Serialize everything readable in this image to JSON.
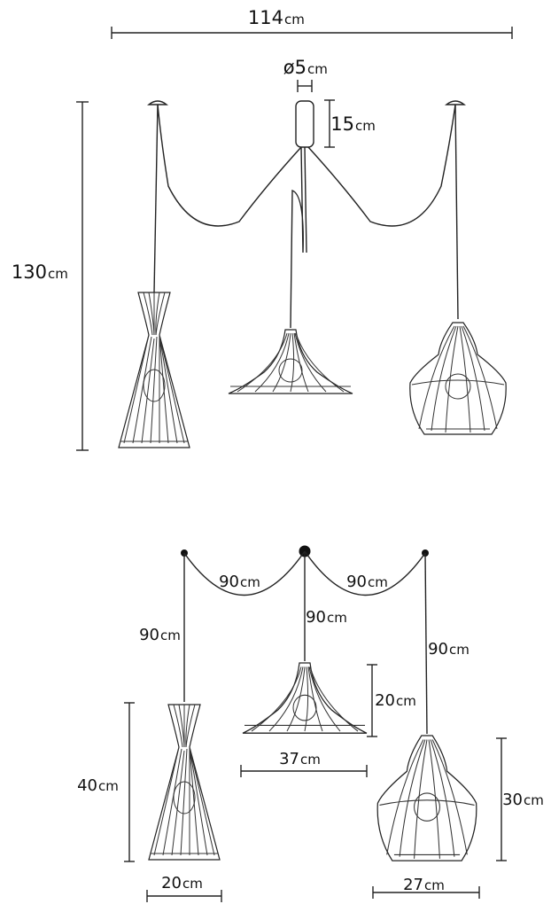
{
  "top_view": {
    "width_label": {
      "value": "114",
      "unit": "cm"
    },
    "height_label": {
      "value": "130",
      "unit": "cm"
    },
    "canopy_diameter_label": {
      "value": "ø5",
      "unit": "cm"
    },
    "canopy_height_label": {
      "value": "15",
      "unit": "cm"
    }
  },
  "bottom_view": {
    "cable_left_label": {
      "value": "90",
      "unit": "cm"
    },
    "cable_right_label": {
      "value": "90",
      "unit": "cm"
    },
    "drop_center_label": {
      "value": "90",
      "unit": "cm"
    },
    "drop_left_label": {
      "value": "90",
      "unit": "cm"
    },
    "drop_right_label": {
      "value": "90",
      "unit": "cm"
    },
    "shade_left_height": {
      "value": "40",
      "unit": "cm"
    },
    "shade_left_width": {
      "value": "20",
      "unit": "cm"
    },
    "shade_center_height": {
      "value": "20",
      "unit": "cm"
    },
    "shade_center_width": {
      "value": "37",
      "unit": "cm"
    },
    "shade_right_height": {
      "value": "30",
      "unit": "cm"
    },
    "shade_right_width": {
      "value": "27",
      "unit": "cm"
    }
  }
}
